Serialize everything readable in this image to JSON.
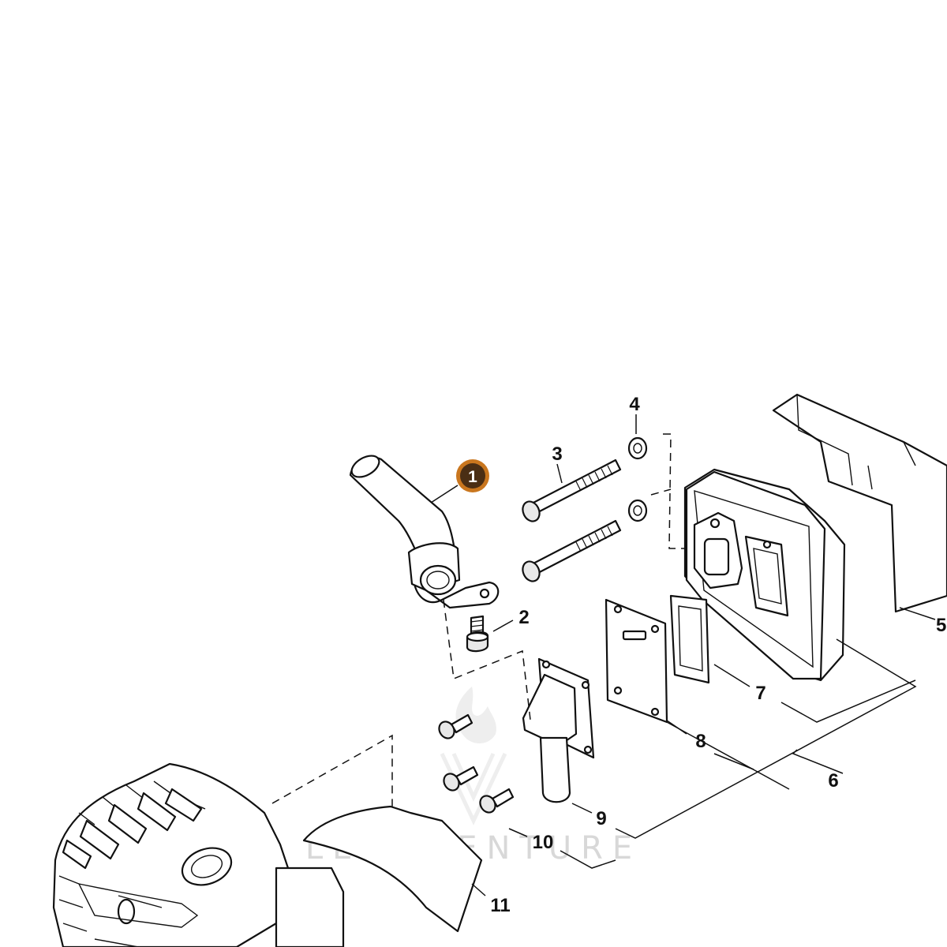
{
  "diagram": {
    "accent_color": "#c9761e",
    "badge_fill": "#4a2e14",
    "badge_label": "1",
    "callouts": [
      "2",
      "3",
      "4",
      "5",
      "6",
      "7",
      "8",
      "9",
      "10",
      "11"
    ],
    "watermark": "LEADVENTURE",
    "icons": [
      "flame-logo-icon",
      "lv-monogram-icon"
    ]
  }
}
